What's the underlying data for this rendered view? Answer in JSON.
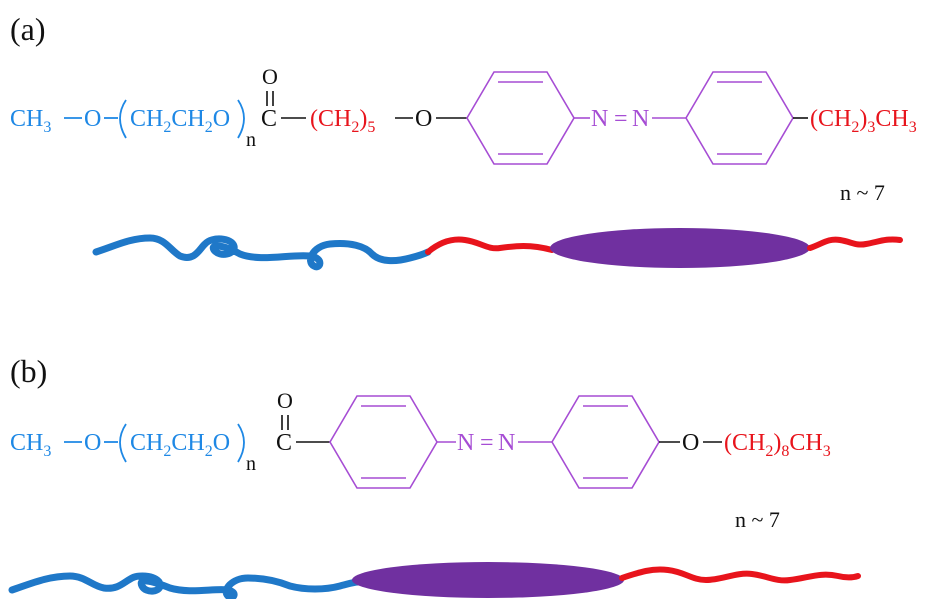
{
  "colors": {
    "peg": "#1E88E5",
    "alkyl": "#E8141C",
    "azo": "#A64DD4",
    "black": "#111111",
    "ellipse": "#7030A0",
    "chain_blue": "#1F78C8",
    "chain_red": "#E8141C"
  },
  "panel_a": {
    "label": "(a)",
    "peg": {
      "ch3": "CH",
      "ch3_sub": "3",
      "dash": "—",
      "o": "O",
      "paren_open": "(",
      "ch2ch2o": [
        "CH",
        "2",
        "CH",
        "2",
        "O"
      ],
      "paren_close": ")",
      "n": "n"
    },
    "carbonyl": {
      "c": "C",
      "o": "O"
    },
    "spacer": {
      "open": "(CH",
      "sub": "2",
      "close": ")",
      "count": "5"
    },
    "ether_o": "O",
    "azo_n1": "N",
    "azo_eq": "=",
    "azo_n2": "N",
    "tail": {
      "open": "(CH",
      "sub": "2",
      "close": ")",
      "count": "3",
      "ch": "CH",
      "ch_sub": "3"
    },
    "n_note": "n ~ 7"
  },
  "panel_b": {
    "label": "(b)",
    "peg": {
      "ch3": "CH",
      "ch3_sub": "3",
      "o": "O",
      "ch2ch2o": [
        "CH",
        "2",
        "CH",
        "2",
        "O"
      ],
      "n": "n"
    },
    "carbonyl": {
      "c": "C",
      "o": "O"
    },
    "azo_n1": "N",
    "azo_eq": "=",
    "azo_n2": "N",
    "ether_o": "O",
    "tail": {
      "open": "(CH",
      "sub": "2",
      "close": ")",
      "count": "8",
      "ch": "CH",
      "ch_sub": "3"
    },
    "n_note": "n ~ 7"
  }
}
